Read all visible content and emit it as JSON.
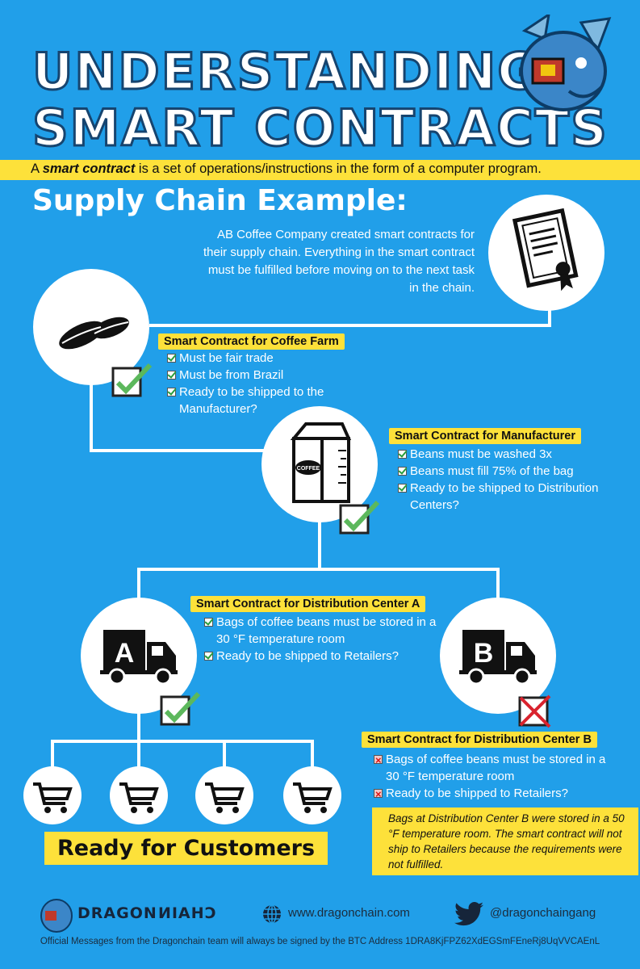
{
  "title": {
    "line1": "UNDERSTANDING",
    "line2": "SMART CONTRACTS"
  },
  "definition": {
    "prefix": "A ",
    "term": "smart contract",
    "suffix": " is a set of operations/instructions in the form of a computer program."
  },
  "section_title": "Supply Chain Example:",
  "intro": "AB Coffee Company created smart contracts for their supply chain. Everything in the smart contract must be fulfilled before moving on to the next task in the chain.",
  "farm": {
    "label": "Smart Contract for Coffee Farm",
    "items": [
      "Must be fair trade",
      "Must be from Brazil",
      "Ready to be shipped to the Manufacturer?"
    ]
  },
  "manufacturer": {
    "label": "Smart Contract for Manufacturer",
    "bag_text": "COFFEE",
    "items": [
      "Beans must be washed 3x",
      "Beans must fill 75% of the bag",
      "Ready to be shipped to Distribution Centers?"
    ]
  },
  "dc_a": {
    "label": "Smart Contract for Distribution Center A",
    "truck_letter": "A",
    "items": [
      "Bags of coffee beans must be stored in a 30 °F temperature room",
      "Ready to be shipped to Retailers?"
    ]
  },
  "dc_b": {
    "label": "Smart Contract for Distribution Center B",
    "truck_letter": "B",
    "items": [
      "Bags of coffee beans must be stored in a 30 °F temperature room",
      "Ready to be shipped to Retailers?"
    ]
  },
  "ready": "Ready for Customers",
  "note": "Bags at Distribution Center B were stored in a 50 °F temperature room. The smart contract will not ship to Retailers because the requirements were not fulfilled.",
  "footer": {
    "brand_left": "DRAGON",
    "brand_right": "CHAIN",
    "website": "www.dragonchain.com",
    "twitter": "@dragonchaingang",
    "disclaimer": "Official Messages from the Dragonchain team will always be signed by the BTC Address 1DRA8KjFPZ62XdEGSmFEneRj8UqVVCAEnL"
  },
  "colors": {
    "background": "#219fe9",
    "yellow": "#fde13a",
    "check": "#5cb85c",
    "cross": "#d9232e"
  }
}
